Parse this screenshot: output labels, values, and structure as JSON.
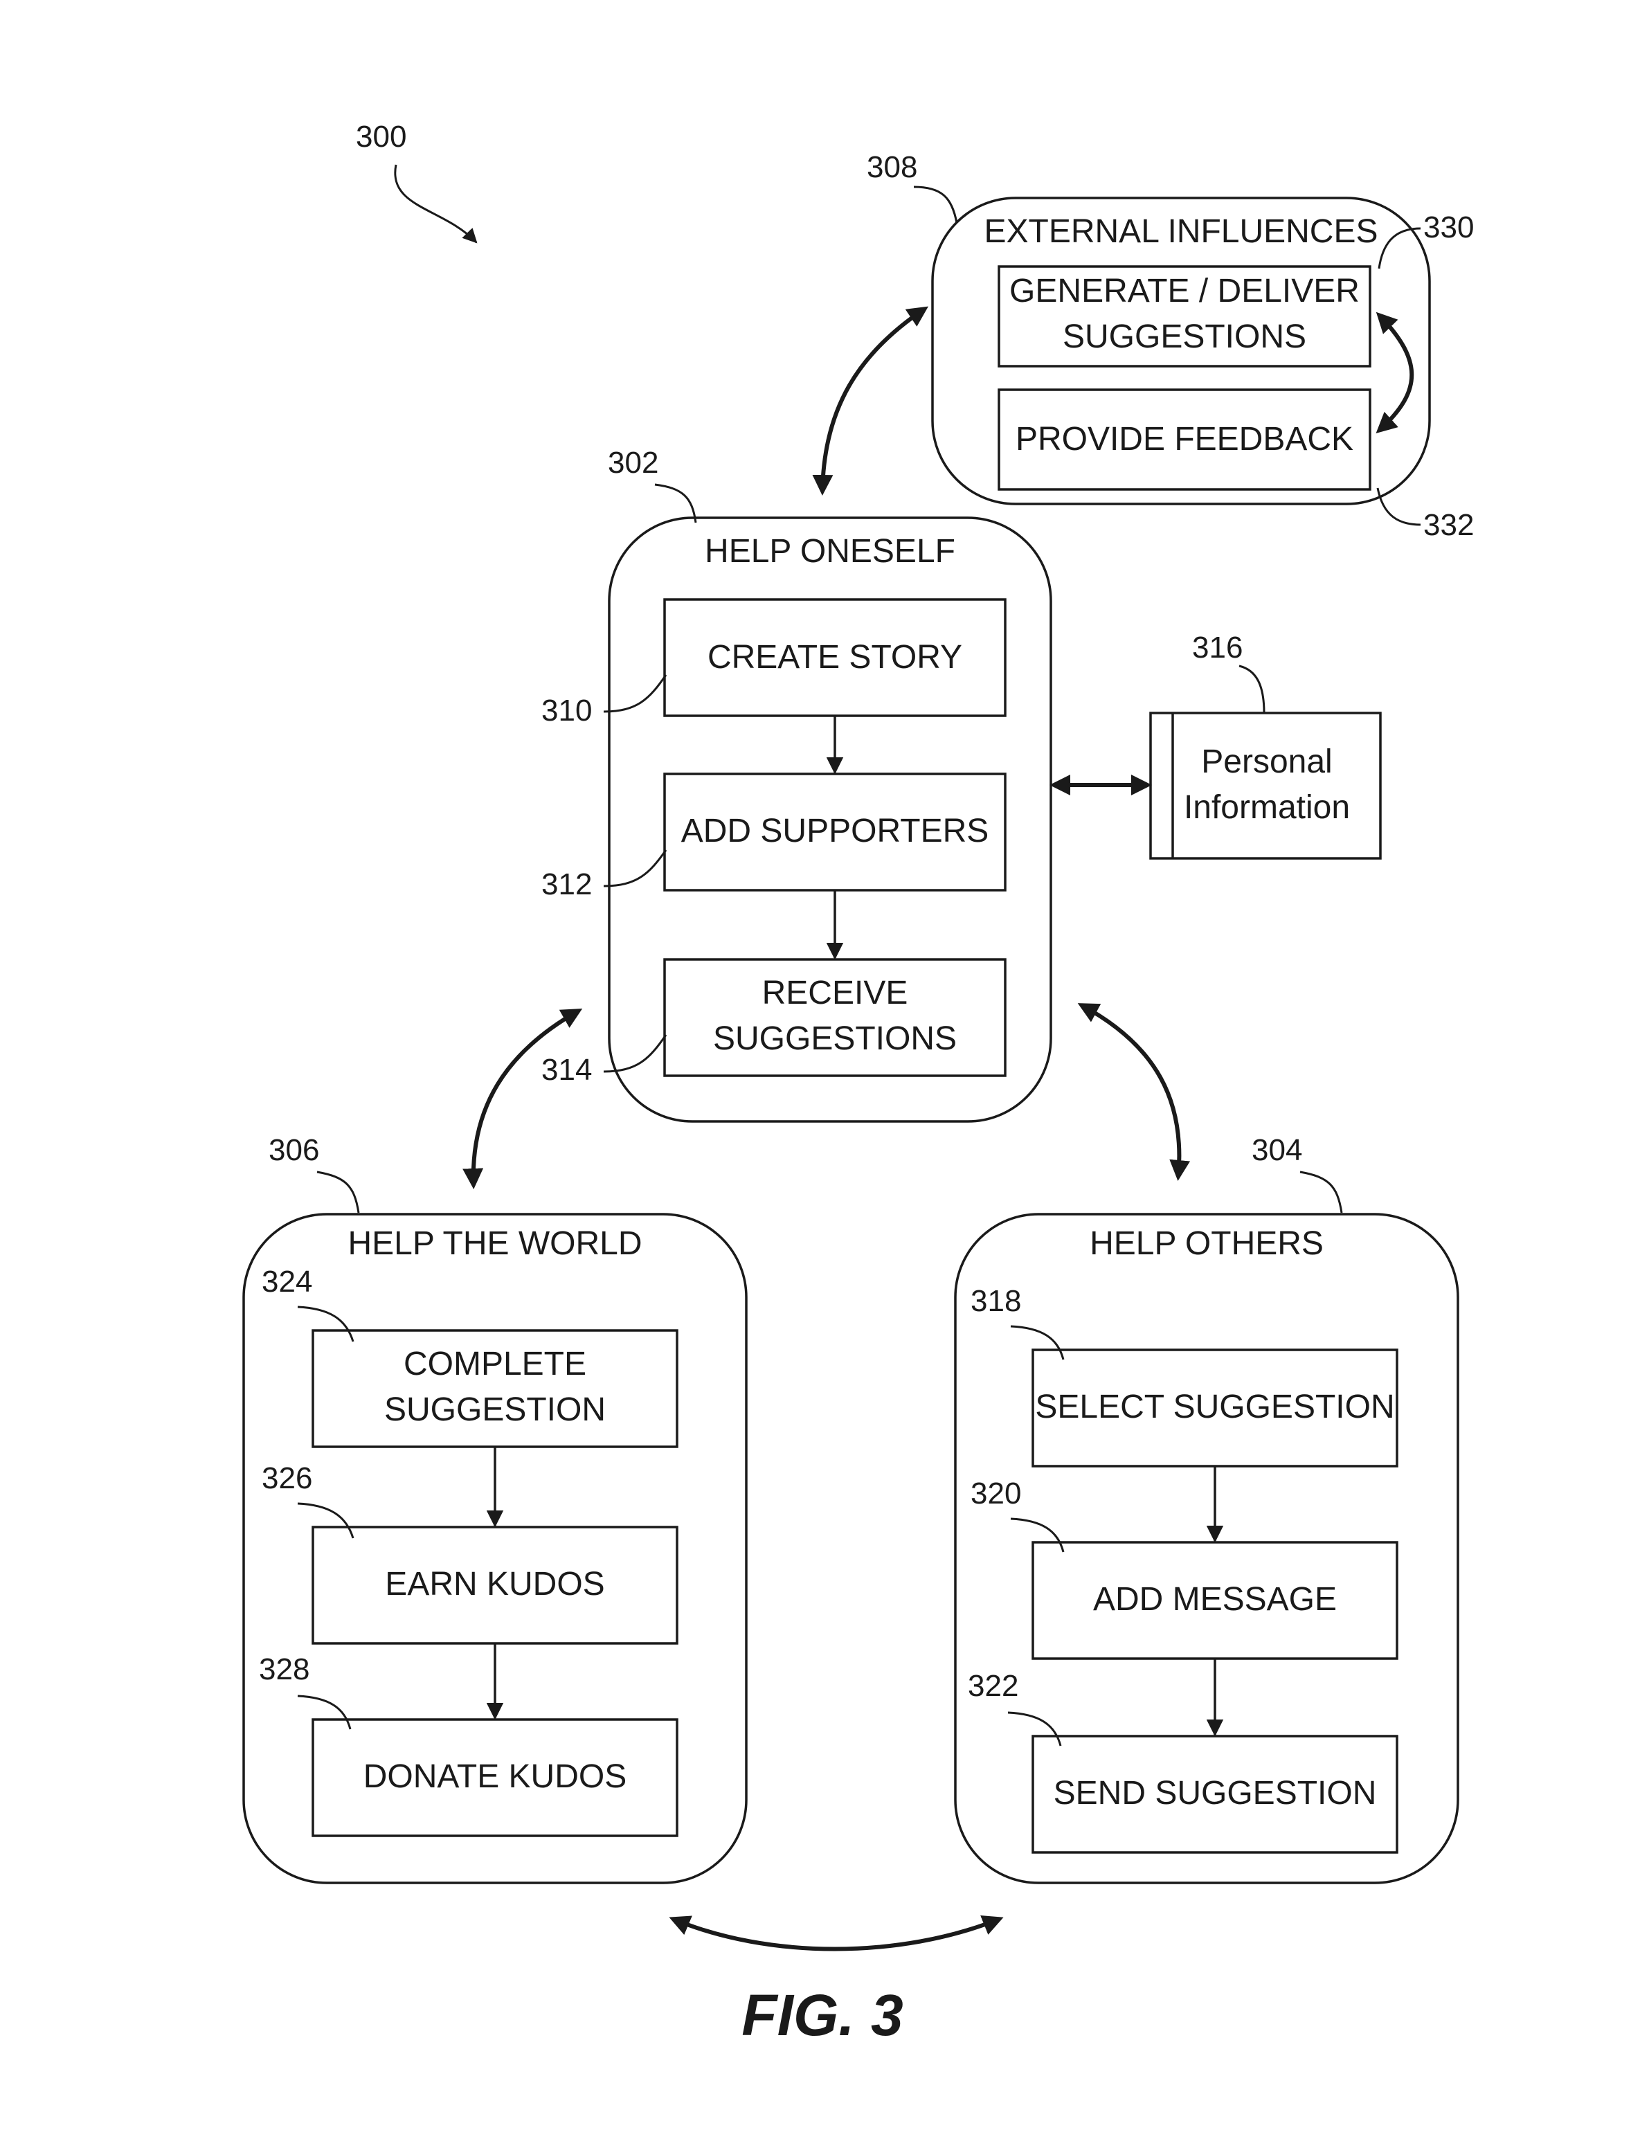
{
  "figure": {
    "ref": "300",
    "caption": "FIG. 3"
  },
  "groups": {
    "external": {
      "ref": "308",
      "title": "EXTERNAL INFLUENCES",
      "generate_ref": "330",
      "generate_line1": "GENERATE / DELIVER",
      "generate_line2": "SUGGESTIONS",
      "feedback_ref": "332",
      "feedback_label": "PROVIDE FEEDBACK"
    },
    "oneself": {
      "ref": "302",
      "title": "HELP ONESELF",
      "create_ref": "310",
      "create_label": "CREATE STORY",
      "supporters_ref": "312",
      "supporters_label": "ADD SUPPORTERS",
      "receive_ref": "314",
      "receive_line1": "RECEIVE",
      "receive_line2": "SUGGESTIONS"
    },
    "world": {
      "ref": "306",
      "title": "HELP THE WORLD",
      "complete_ref": "324",
      "complete_line1": "COMPLETE",
      "complete_line2": "SUGGESTION",
      "earn_ref": "326",
      "earn_label": "EARN KUDOS",
      "donate_ref": "328",
      "donate_label": "DONATE KUDOS"
    },
    "others": {
      "ref": "304",
      "title": "HELP OTHERS",
      "select_ref": "318",
      "select_label": "SELECT SUGGESTION",
      "message_ref": "320",
      "message_label": "ADD MESSAGE",
      "send_ref": "322",
      "send_label": "SEND SUGGESTION"
    }
  },
  "personal": {
    "ref": "316",
    "line1": "Personal",
    "line2": "Information"
  }
}
